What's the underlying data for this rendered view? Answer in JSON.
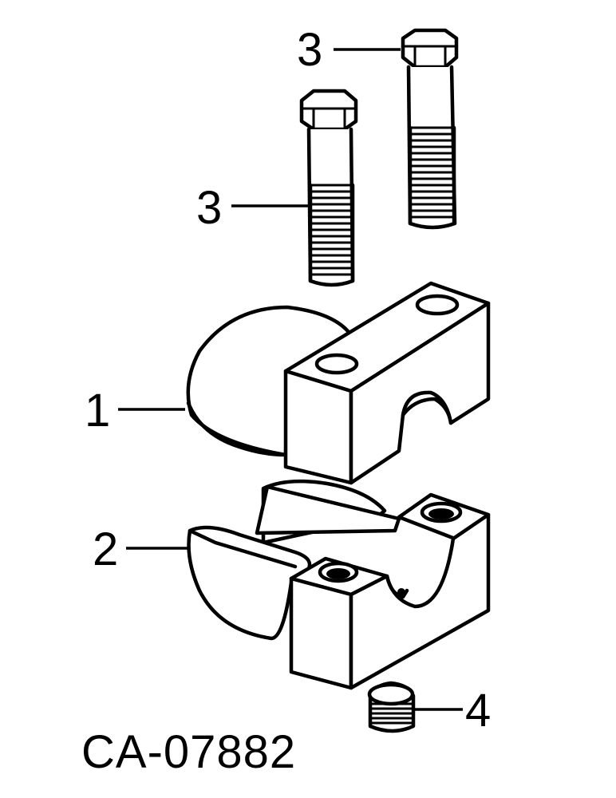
{
  "callouts": {
    "bolt_upper": "3",
    "bolt_lower": "3",
    "upper_half": "1",
    "lower_half": "2",
    "plug": "4"
  },
  "figure_id": "CA-07882"
}
